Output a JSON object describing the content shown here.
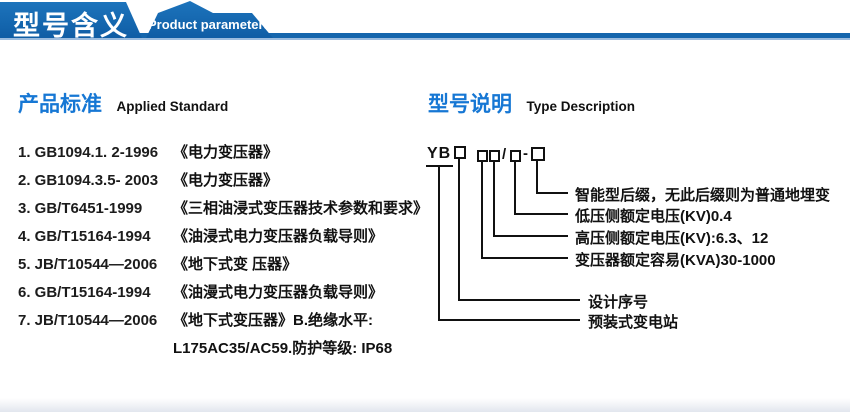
{
  "banner": {
    "title": "型号含义",
    "subtitle": "Product parameters"
  },
  "colors": {
    "banner_blue": "#1465ac",
    "banner_blue_light": "#9bbcdf",
    "heading_blue": "#1677d4",
    "text_dark": "#111111"
  },
  "applied_standard": {
    "heading_cn": "产品标准",
    "heading_en": "Applied Standard",
    "items": [
      {
        "code": "1. GB1094.1. 2-1996",
        "title": "《电力变压器》"
      },
      {
        "code": "2. GB1094.3.5- 2003",
        "title": "《电力变压器》"
      },
      {
        "code": "3. GB/T6451-1999",
        "title": "《三相油浸式变压器技术参数和要求》"
      },
      {
        "code": "4. GB/T15164-1994",
        "title": "《油浸式电力变压器负载导则》"
      },
      {
        "code": "5. JB/T10544—2006",
        "title": "《地下式变 压器》"
      },
      {
        "code": "6. GB/T15164-1994",
        "title": "《油漫式电力变压器负载导则》"
      },
      {
        "code": "7. JB/T10544—2006",
        "title": "《地下式变压器》B.绝缘水平:"
      }
    ],
    "continuation": "L175AC35/AC59.防护等级: IP68"
  },
  "type_description": {
    "heading_cn": "型号说明",
    "heading_en": "Type Description",
    "designation": {
      "prefix": "YB",
      "slash": "/",
      "dash": "-"
    },
    "labels": [
      "智能型后缀，无此后缀则为普通地埋变",
      "低压侧额定电压(KV)0.4",
      "高压侧额定电压(KV):6.3、12",
      "变压器额定容易(KVA)30-1000",
      "设计序号",
      "预装式变电站"
    ]
  }
}
